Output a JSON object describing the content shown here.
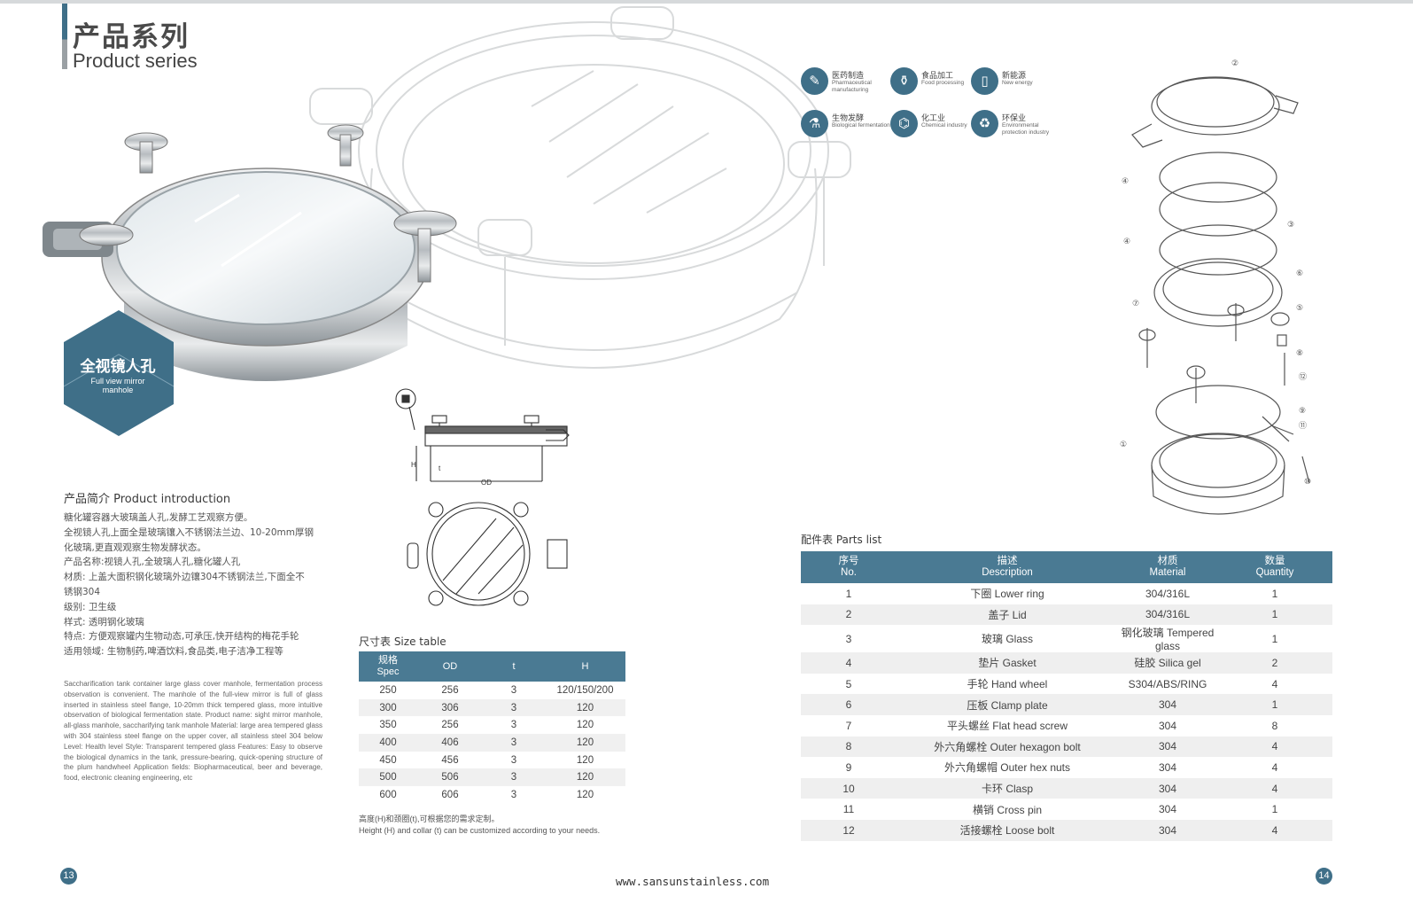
{
  "header": {
    "title_cn": "产品系列",
    "title_en": "Product series"
  },
  "product_badge": {
    "name_cn": "全视镜人孔",
    "name_en": "Full view mirror manhole"
  },
  "industries": [
    {
      "cn": "医药制造",
      "en": "Pharmaceutical manufacturing",
      "icon": "medicine-icon"
    },
    {
      "cn": "食品加工",
      "en": "Food processing",
      "icon": "food-icon"
    },
    {
      "cn": "新能源",
      "en": "New energy",
      "icon": "battery-icon"
    },
    {
      "cn": "生物发酵",
      "en": "Biological fermentation",
      "icon": "flask-icon"
    },
    {
      "cn": "化工业",
      "en": "Chemical industry",
      "icon": "chemical-icon"
    },
    {
      "cn": "环保业",
      "en": "Environmental protection industry",
      "icon": "recycle-icon"
    }
  ],
  "intro": {
    "heading": "产品简介 Product introduction",
    "cn_lines": [
      "糖化罐容器大玻璃盖人孔,发酵工艺观察方便。",
      "全视镜人孔上面全是玻璃镶入不锈钢法兰边、10-20mm厚钢",
      "化玻璃,更直观观察生物发酵状态。",
      "产品名称:视镜人孔,全玻璃人孔,糖化罐人孔",
      "材质: 上盖大面积钢化玻璃外边镶304不锈钢法兰,下面全不",
      "锈钢304",
      "级别: 卫生级",
      "样式: 透明钢化玻璃",
      "特点: 方便观察罐内生物动态,可承压,快开结构的梅花手轮",
      "适用领域: 生物制药,啤酒饮料,食品类,电子洁净工程等"
    ],
    "en_text": "Saccharification tank container large glass cover manhole, fermentation process observation is convenient. The manhole of the full-view mirror is full of glass inserted in stainless steel flange, 10-20mm thick tempered glass, more intuitive observation of biological fermentation state. Product name: sight mirror manhole, all-glass manhole, saccharifying tank manhole Material: large area tempered glass with 304 stainless steel flange on the upper cover, all stainless steel 304 below Level: Health level Style: Transparent tempered glass Features: Easy to observe the biological dynamics in the tank, pressure-bearing, quick-opening structure of the plum handwheel Application fields: Biopharmaceutical, beer and beverage, food, electronic cleaning engineering, etc"
  },
  "drawing": {
    "dim_label": "OD",
    "h_label": "H",
    "t_label": "t"
  },
  "size_table": {
    "heading": "尺寸表 Size table",
    "headers": {
      "spec_cn": "规格",
      "spec_en": "Spec",
      "od": "OD",
      "t": "t",
      "h": "H"
    },
    "rows": [
      [
        "250",
        "256",
        "3",
        "120/150/200"
      ],
      [
        "300",
        "306",
        "3",
        "120"
      ],
      [
        "350",
        "256",
        "3",
        "120"
      ],
      [
        "400",
        "406",
        "3",
        "120"
      ],
      [
        "450",
        "456",
        "3",
        "120"
      ],
      [
        "500",
        "506",
        "3",
        "120"
      ],
      [
        "600",
        "606",
        "3",
        "120"
      ]
    ],
    "note_cn": "高度(H)和颈圈(t),可根据您的需求定制。",
    "note_en": "Height (H) and collar (t) can be customized according to your needs."
  },
  "parts_table": {
    "heading": "配件表 Parts list",
    "headers": {
      "no_cn": "序号",
      "no_en": "No.",
      "desc_cn": "描述",
      "desc_en": "Description",
      "mat_cn": "材质",
      "mat_en": "Material",
      "qty_cn": "数量",
      "qty_en": "Quantity"
    },
    "rows": [
      [
        "1",
        "下圈 Lower ring",
        "304/316L",
        "1"
      ],
      [
        "2",
        "盖子 Lid",
        "304/316L",
        "1"
      ],
      [
        "3",
        "玻璃 Glass",
        "钢化玻璃 Tempered glass",
        "1"
      ],
      [
        "4",
        "垫片 Gasket",
        "硅胶 Silica gel",
        "2"
      ],
      [
        "5",
        "手轮 Hand wheel",
        "S304/ABS/RING",
        "4"
      ],
      [
        "6",
        "压板 Clamp plate",
        "304",
        "1"
      ],
      [
        "7",
        "平头螺丝 Flat head screw",
        "304",
        "8"
      ],
      [
        "8",
        "外六角螺栓 Outer hexagon bolt",
        "304",
        "4"
      ],
      [
        "9",
        "外六角螺帽 Outer hex nuts",
        "304",
        "4"
      ],
      [
        "10",
        "卡环 Clasp",
        "304",
        "4"
      ],
      [
        "11",
        "横销 Cross pin",
        "304",
        "1"
      ],
      [
        "12",
        "活接螺栓 Loose bolt",
        "304",
        "4"
      ]
    ]
  },
  "exploded_labels": [
    "②",
    "④",
    "③",
    "④",
    "⑥",
    "⑦",
    "⑤",
    "⑧",
    "⑫",
    "⑨",
    "⑪",
    "①",
    "⑩"
  ],
  "footer": {
    "page_left": "13",
    "page_right": "14",
    "url": "www.sansunstainless.com"
  },
  "colors": {
    "accent": "#3f6f88",
    "header_bg": "#4a7a93",
    "row_alt": "#efefef"
  }
}
